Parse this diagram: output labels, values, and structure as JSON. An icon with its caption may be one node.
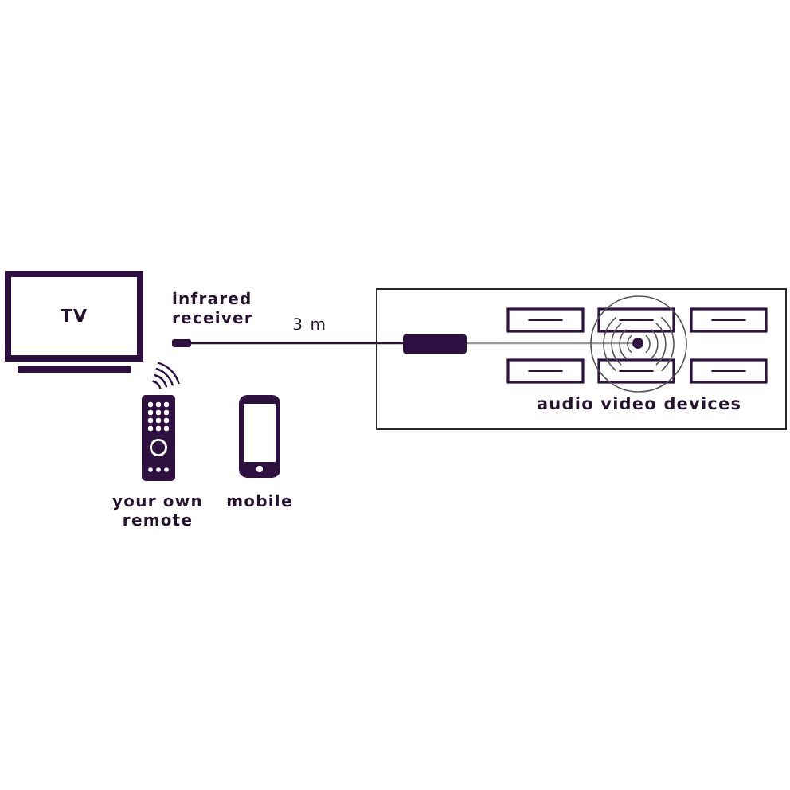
{
  "diagram": {
    "nodes": [
      {
        "text": [
          "TV"
        ]
      },
      {
        "text": [
          "infrared receiver"
        ]
      },
      {
        "text": [
          "your own remote"
        ]
      },
      {
        "text": [
          "mobile"
        ]
      },
      {
        "text": [
          "audio video devices"
        ]
      },
      {
        "text": [],
        "shape": "bar",
        "in": 4
      },
      {
        "text": [],
        "shape": "box",
        "in": 4
      },
      {
        "text": [],
        "shape": "box",
        "in": 4
      },
      {
        "text": [],
        "shape": "box",
        "in": 4
      },
      {
        "text": [],
        "shape": "box",
        "in": 4
      },
      {
        "text": [],
        "shape": "box",
        "in": 4
      },
      {
        "text": [],
        "shape": "box",
        "in": 4
      },
      {
        "text": [],
        "shape": "circle",
        "in": 4
      }
    ],
    "edges": [
      {
        "from": 1,
        "to": 5,
        "arrow": "none",
        "label": "3 m"
      },
      {
        "from": 5,
        "to": 12,
        "arrow": "none",
        "color": "#9a9a9a"
      }
    ]
  }
}
